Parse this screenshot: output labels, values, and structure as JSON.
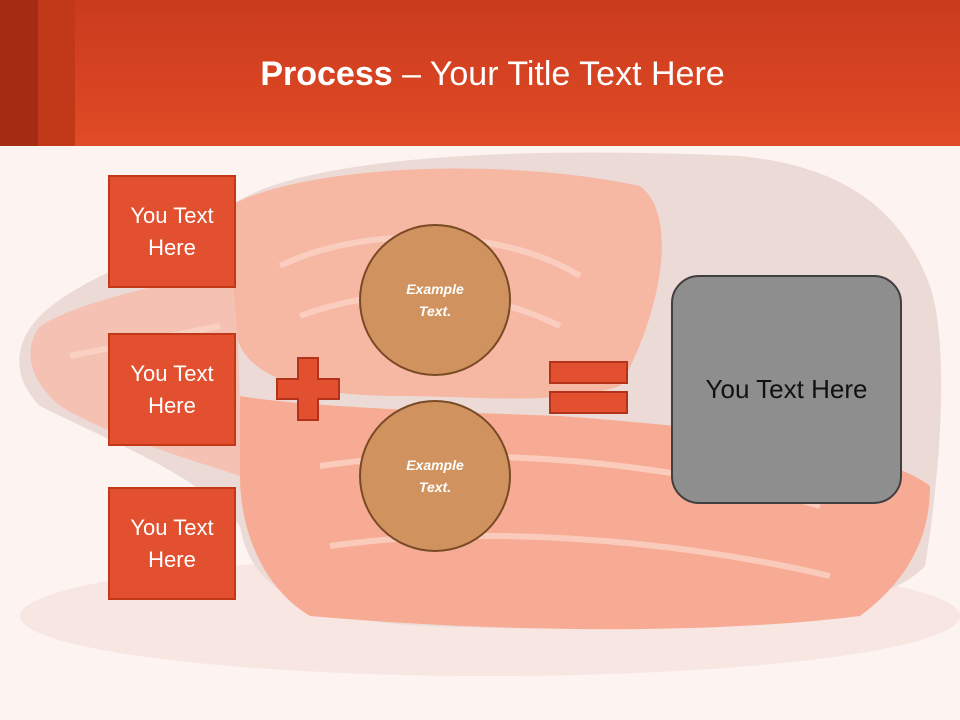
{
  "title": {
    "bold": "Process",
    "rest": " – Your Title Text Here"
  },
  "left_boxes": [
    {
      "line1": "You Text",
      "line2": "Here"
    },
    {
      "line1": "You Text",
      "line2": "Here"
    },
    {
      "line1": "You Text",
      "line2": "Here"
    }
  ],
  "circles": [
    {
      "line1": "Example",
      "line2": "Text."
    },
    {
      "line1": "Example",
      "line2": "Text."
    }
  ],
  "result": {
    "label": "You Text Here"
  },
  "colors": {
    "header": "#e14b26",
    "box_fill": "#e2502f",
    "circle_fill": "#d0935f",
    "result_fill": "#8e8e8e"
  },
  "icons": {
    "operator_1": "plus-icon",
    "operator_2": "equals-icon"
  }
}
